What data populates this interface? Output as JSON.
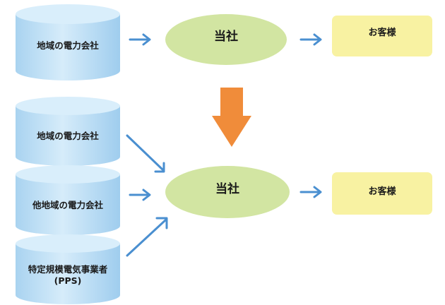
{
  "sources_top": [
    {
      "label": "地域の電力会社"
    }
  ],
  "sources_bottom": [
    {
      "label": "地域の電力会社"
    },
    {
      "label": "他地域の電力会社"
    },
    {
      "label": "特定規模電気事業者\n(PPS)"
    }
  ],
  "company_top": {
    "label": "当社"
  },
  "company_bottom": {
    "label": "当社"
  },
  "customer_top": {
    "label": "お客様"
  },
  "customer_bottom": {
    "label": "お客様"
  },
  "colors": {
    "cylinder_body": "#b6dcf4",
    "cylinder_top": "#d9eefb",
    "company_fill": "#d2e5a2",
    "customer_fill": "#f8f2a2",
    "arrow_blue": "#4a8fd0",
    "arrow_orange": "#f08c3a"
  }
}
